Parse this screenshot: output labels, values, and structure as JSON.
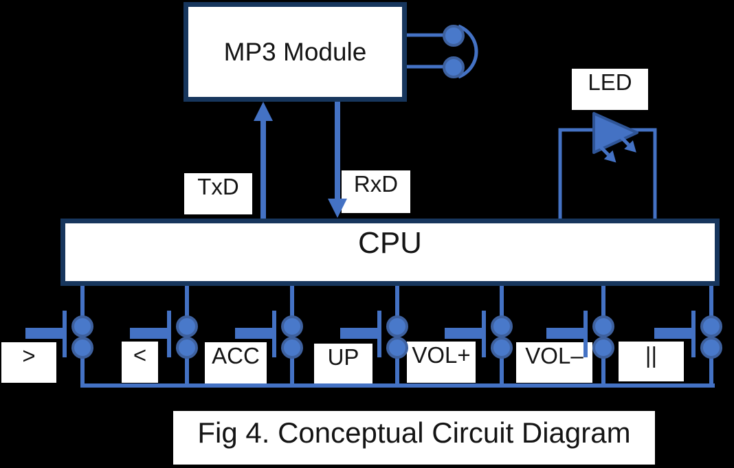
{
  "figure": {
    "caption": "Fig 4. Conceptual Circuit Diagram"
  },
  "blocks": {
    "mp3_module": {
      "label": "MP3 Module"
    },
    "cpu": {
      "label": "CPU"
    },
    "led": {
      "label": "LED"
    }
  },
  "signal_labels": {
    "txd": "TxD",
    "rxd": "RxD"
  },
  "buttons": [
    {
      "label": ">"
    },
    {
      "label": "<"
    },
    {
      "label": "ACC"
    },
    {
      "label": "UP"
    },
    {
      "label": "VOL+"
    },
    {
      "label": "VOL–"
    },
    {
      "label": "||"
    }
  ],
  "icons": {
    "headphone": "headphone-connector-icon",
    "led": "led-diode-icon",
    "push_button": "push-button-switch-icon"
  },
  "colors": {
    "background": "#000000",
    "wire_blue": "#4472C4",
    "node_fill": "#4979CA",
    "node_ring": "#3E619F",
    "box_border_navy": "#17365D",
    "box_fill": "#FFFFFF",
    "led_triangle_stroke": "#2F5597",
    "label_text": "#141414"
  }
}
